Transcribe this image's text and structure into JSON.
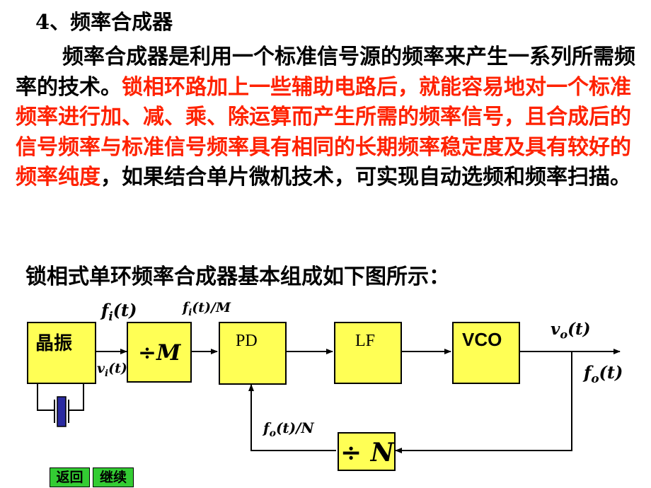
{
  "heading": "4、频率合成器",
  "paragraph": {
    "black_intro": "频率合成器是利用一个标准信号源的频率来产生一系列所需频率的技术。",
    "red_part": "锁相环路加上一些辅助电路后，就能容易地对一个标准频率进行加、减、乘、除运算而产生所需的频率信号，且合成后的信号频率与标准信号频率具有相同的长期频率稳定度及具有较好的频率纯度",
    "black_end": "，如果结合单片微机技术，可实现自动选频和频率扫描。"
  },
  "caption": "锁相式单环频率合成器基本组成如下图所示：",
  "diagram": {
    "crystal_label": "晶振",
    "divider_m_label": "÷M",
    "pd_label": "PD",
    "lf_label": "LF",
    "vco_label": "VCO",
    "divider_n_label": "÷ N",
    "signal_fi": "fi(t)",
    "signal_fi_over_m": "fi(t)/M",
    "signal_vi": "vi(t)",
    "signal_vo": "vo(t)",
    "signal_fo": "fo(t)",
    "signal_fo_over_n": "fo(t)/N",
    "block_fill": "#ffff55",
    "crystal_color": "#2a2aa0"
  },
  "nav": {
    "back_label": "返回",
    "continue_label": "继续",
    "button_color": "#33cc33"
  }
}
